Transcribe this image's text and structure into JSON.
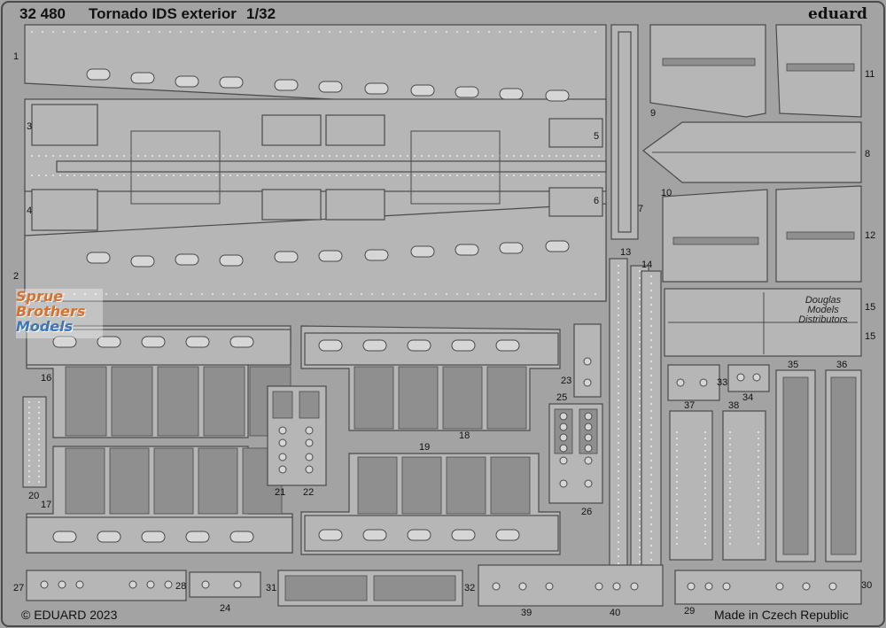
{
  "header": {
    "code": "32 480",
    "title": "Tornado IDS exterior",
    "scale": "1/32",
    "brand": "eduard"
  },
  "footer": {
    "copyright": "© EDUARD 2023",
    "origin": "Made in Czech Republic"
  },
  "watermark": {
    "line1": "Sprue",
    "line2": "Brothers",
    "line3": "Models"
  },
  "distributor": {
    "line1": "Douglas",
    "line2": "Models",
    "line3": "Distributors"
  },
  "part_numbers": [
    "1",
    "2",
    "3",
    "4",
    "5",
    "6",
    "7",
    "8",
    "9",
    "10",
    "11",
    "12",
    "13",
    "14",
    "15",
    "15",
    "16",
    "17",
    "18",
    "19",
    "20",
    "21",
    "22",
    "23",
    "24",
    "25",
    "26",
    "27",
    "28",
    "29",
    "30",
    "31",
    "32",
    "33",
    "34",
    "35",
    "36",
    "37",
    "38",
    "39",
    "40"
  ],
  "colors": {
    "metal": "#a3a3a3",
    "part": "#b6b6b6",
    "recess": "#8f8f8f",
    "outline": "#4a4a4a",
    "hole": "#d6d6d6"
  }
}
